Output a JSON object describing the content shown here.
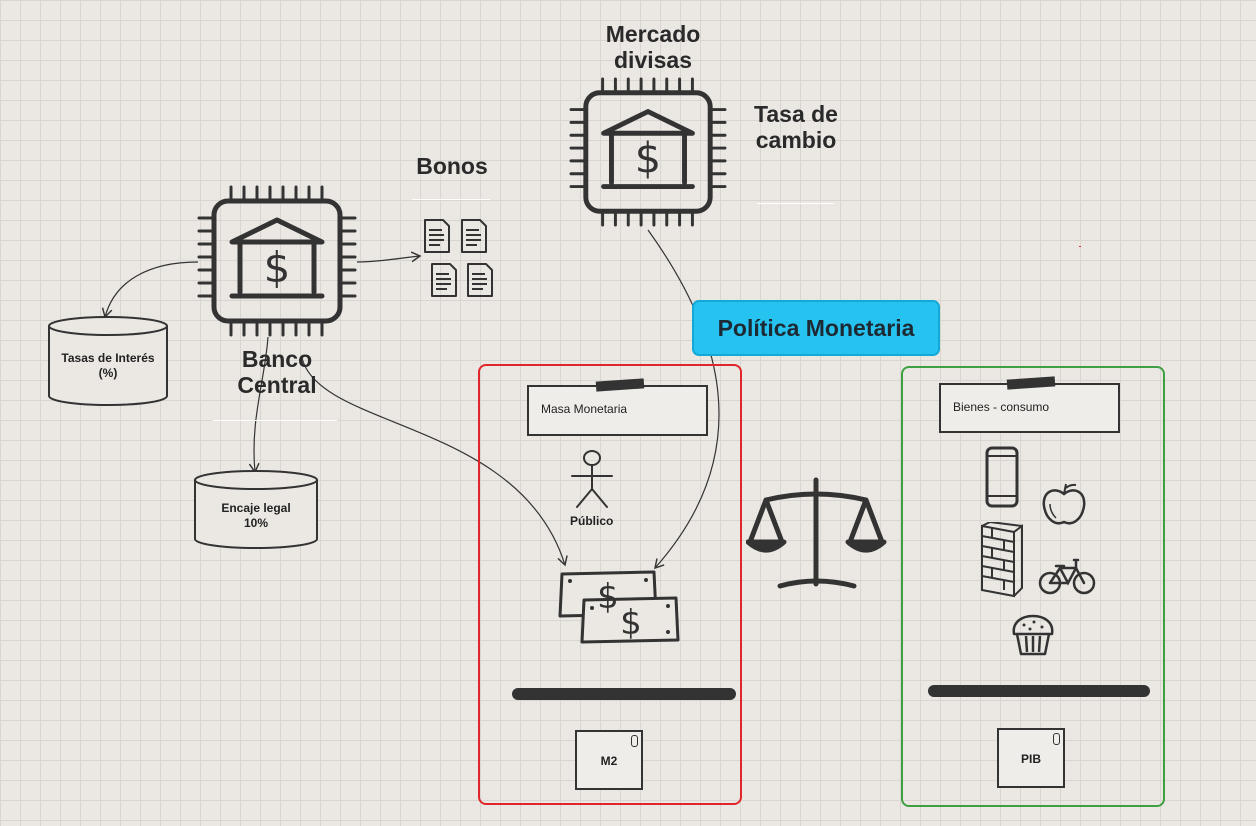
{
  "nodes": {
    "mercado_divisas": "Mercado divisas",
    "tasa_de_cambio": "Tasa de cambio",
    "bonos": "Bonos",
    "banco_central": "Banco Central",
    "tasas_interes_line1": "Tasas de Interés",
    "tasas_interes_line2": "(%)",
    "encaje_line1": "Encaje legal",
    "encaje_line2": "10%",
    "politica_monetaria": "Política Monetaria"
  },
  "panel_money": {
    "note": "Masa Monetaria",
    "person_label": "Público",
    "card": "M2",
    "border_color": "#e0262b"
  },
  "panel_goods": {
    "note": "Bienes - consumo",
    "card": "PIB",
    "border_color": "#3fa043"
  },
  "accent": "#27c3f0"
}
